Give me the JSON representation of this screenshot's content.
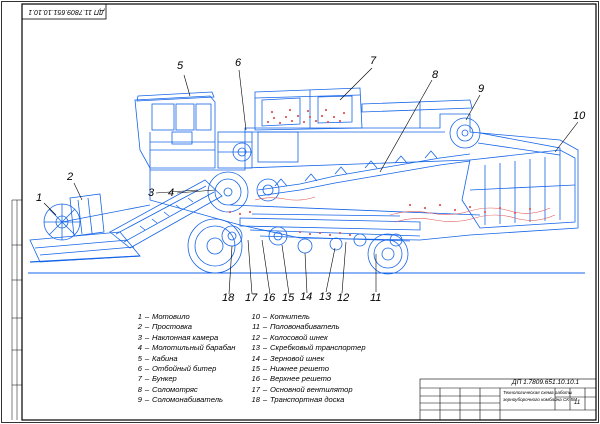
{
  "stamp_code": "ДП 11.7809.651.10.10.1",
  "title_block": {
    "designation": "ДП 1.7809.651.10.10.1",
    "title_line1": "Технологическая схема работы",
    "title_line2": "зерноуборочного комбайна СК-5М",
    "sheet": "11"
  },
  "callouts": [
    "1",
    "2",
    "3",
    "4",
    "5",
    "6",
    "7",
    "8",
    "9",
    "10",
    "11",
    "12",
    "13",
    "14",
    "15",
    "16",
    "17",
    "18"
  ],
  "legend_left": [
    {
      "num": "1",
      "label": "Мотовило"
    },
    {
      "num": "2",
      "label": "Простовка"
    },
    {
      "num": "3",
      "label": "Наклонная камера"
    },
    {
      "num": "4",
      "label": "Молотильный барабан"
    },
    {
      "num": "5",
      "label": "Кабина"
    },
    {
      "num": "6",
      "label": "Отбойный битер"
    },
    {
      "num": "7",
      "label": "Бункер"
    },
    {
      "num": "8",
      "label": "Соломотряс"
    },
    {
      "num": "9",
      "label": "Соломонабиватель"
    }
  ],
  "legend_right": [
    {
      "num": "10",
      "label": "Копнитель"
    },
    {
      "num": "11",
      "label": "Половонабиватель"
    },
    {
      "num": "12",
      "label": "Колосовой шнек"
    },
    {
      "num": "13",
      "label": "Скребковый транспортер"
    },
    {
      "num": "14",
      "label": "Зерновой шнек"
    },
    {
      "num": "15",
      "label": "Нижнее решето"
    },
    {
      "num": "16",
      "label": "Верхнее решето"
    },
    {
      "num": "17",
      "label": "Основной вентилятор"
    },
    {
      "num": "18",
      "label": "Транспортная доска"
    }
  ],
  "colors": {
    "line": "#1565e8",
    "grain": "#e05a5a",
    "frame": "#000000"
  }
}
